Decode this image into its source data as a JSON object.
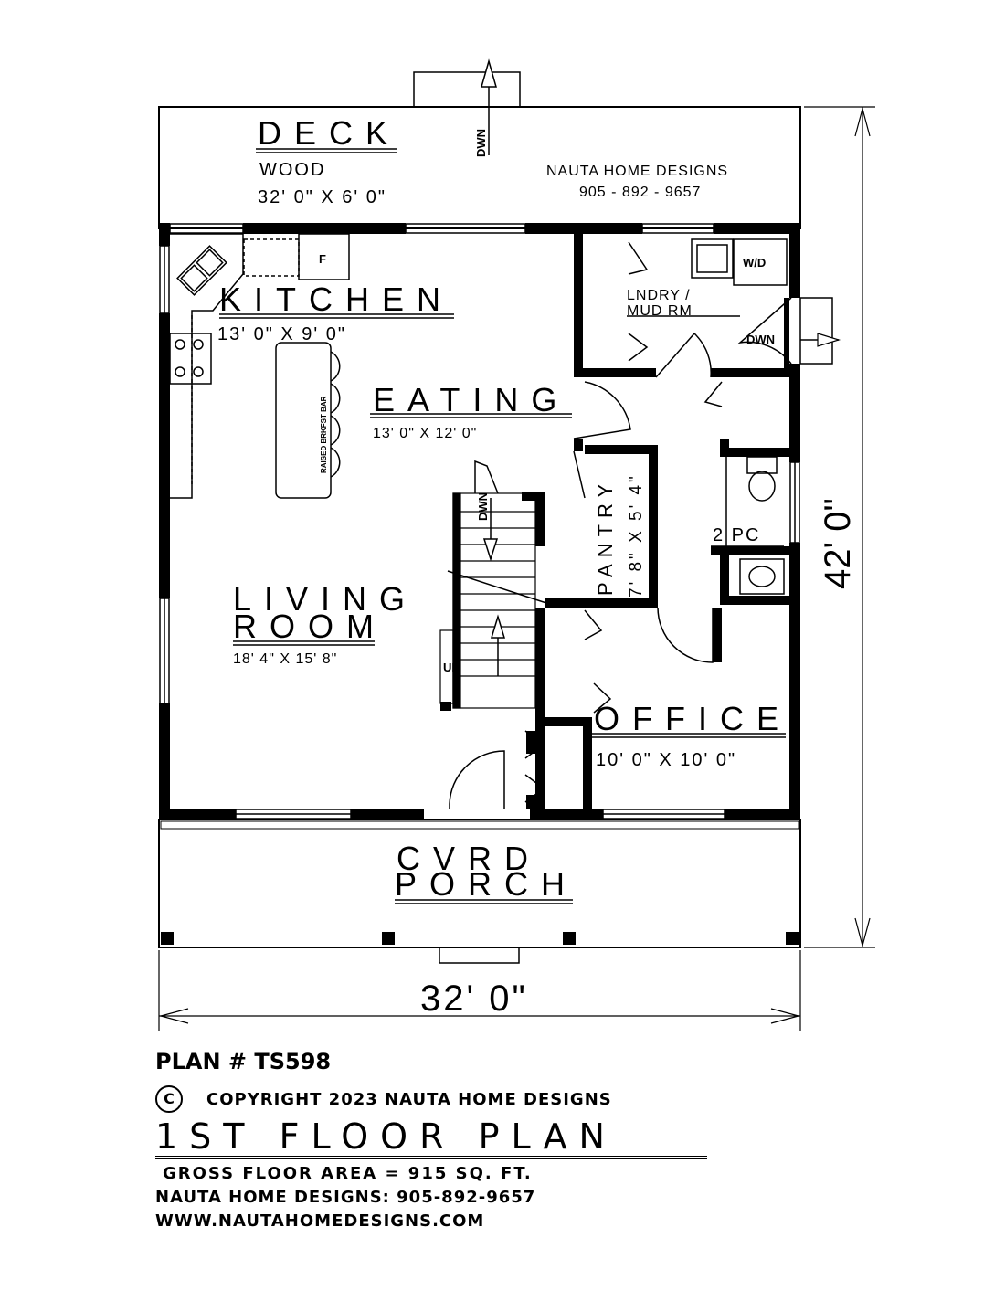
{
  "rooms": {
    "deck": {
      "name": "DECK",
      "material": "WOOD",
      "size": "32' 0\" X 6' 0\""
    },
    "kitchen": {
      "name": "KITCHEN",
      "size": "13' 0\" X 9' 0\""
    },
    "eating": {
      "name": "EATING",
      "size": "13' 0\" X 12' 0\""
    },
    "laundry": {
      "name_line1": "LNDRY /",
      "name_line2": "MUD RM"
    },
    "pantry": {
      "name": "PANTRY",
      "size": "7' 8\" X 5' 4\""
    },
    "powder": {
      "name": "2 PC"
    },
    "living": {
      "name_line1": "LIVING",
      "name_line2": "ROOM",
      "size": "18' 4\" X 15' 8\""
    },
    "office": {
      "name": "OFFICE",
      "size": "10' 0\" X 10' 0\""
    },
    "porch": {
      "name_line1": "CVRD",
      "name_line2": "PORCH"
    }
  },
  "fixtures": {
    "fridge": "F",
    "washer_dryer": "W/D",
    "bar": "RAISED BRKFST BAR"
  },
  "stairs": {
    "down_deck": "DWN",
    "down_laundry": "DWN",
    "down_stair": "DWN",
    "up": "UP"
  },
  "company_stamp": {
    "name": "NAUTA HOME DESIGNS",
    "phone": "905 - 892 - 9657"
  },
  "dimensions": {
    "width": "32' 0\"",
    "depth": "42' 0\""
  },
  "footer": {
    "plan_number": "PLAN # TS598",
    "copyright_symbol": "C",
    "copyright": "COPYRIGHT 2023 NAUTA HOME DESIGNS",
    "title": "1ST FLOOR PLAN",
    "area": "GROSS FLOOR AREA = 915 SQ. FT.",
    "contact": "NAUTA HOME DESIGNS: 905-892-9657",
    "website": "WWW.NAUTAHOMEDESIGNS.COM"
  }
}
